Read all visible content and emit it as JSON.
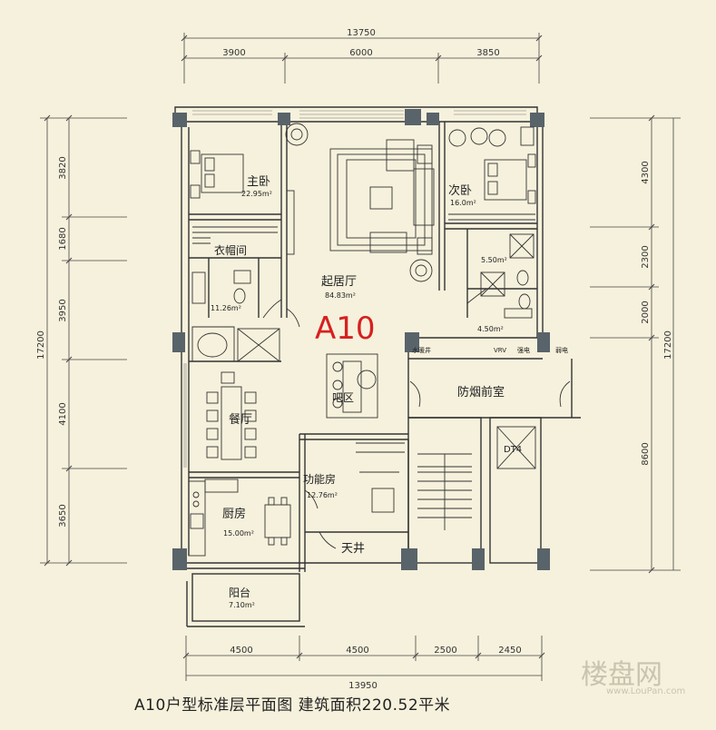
{
  "plan": {
    "unit_code": "A10",
    "caption": "A10户型标准层平面图  建筑面积220.52平米",
    "watermark": "楼盘网",
    "watermark_url": "www.LouPan.com",
    "colors": {
      "wall": "#59636a",
      "line": "#333333",
      "unit_code": "#d62020",
      "background": "#f6f1dc"
    }
  },
  "dimensions": {
    "top_total": "13750",
    "top": [
      "3900",
      "6000",
      "3850"
    ],
    "bottom_total": "13950",
    "bottom": [
      "4500",
      "4500",
      "2500",
      "2450"
    ],
    "left_total": "17200",
    "left": [
      "3820",
      "1680",
      "3950",
      "4100",
      "3650"
    ],
    "right_total": "17200",
    "right": [
      "4300",
      "2300",
      "2000",
      "8600"
    ]
  },
  "rooms": {
    "master_bedroom": {
      "name": "主卧",
      "area": "22.95m²"
    },
    "walk_in_closet": {
      "name": "衣帽间"
    },
    "master_bath": {
      "area": "11.26m²"
    },
    "living_room": {
      "name": "起居厅",
      "area": "84.83m²"
    },
    "second_bedroom": {
      "name": "次卧",
      "area": "16.0m²"
    },
    "bath_a": {
      "area": "5.50m²"
    },
    "bath_b": {
      "area": "4.50m²"
    },
    "dining": {
      "name": "餐厅"
    },
    "bar": {
      "name": "吧区"
    },
    "smoke_lobby": {
      "name": "防烟前室"
    },
    "function_room": {
      "name": "功能房",
      "area": "12.76m²"
    },
    "kitchen": {
      "name": "厨房",
      "area": "15.00m²"
    },
    "lightwell": {
      "name": "天井"
    },
    "balcony": {
      "name": "阳台",
      "area": "7.10m²"
    },
    "elevator": {
      "name": "DT4"
    },
    "shaft_labels": [
      "水暖井",
      "VRV",
      "强电",
      "弱电"
    ]
  }
}
